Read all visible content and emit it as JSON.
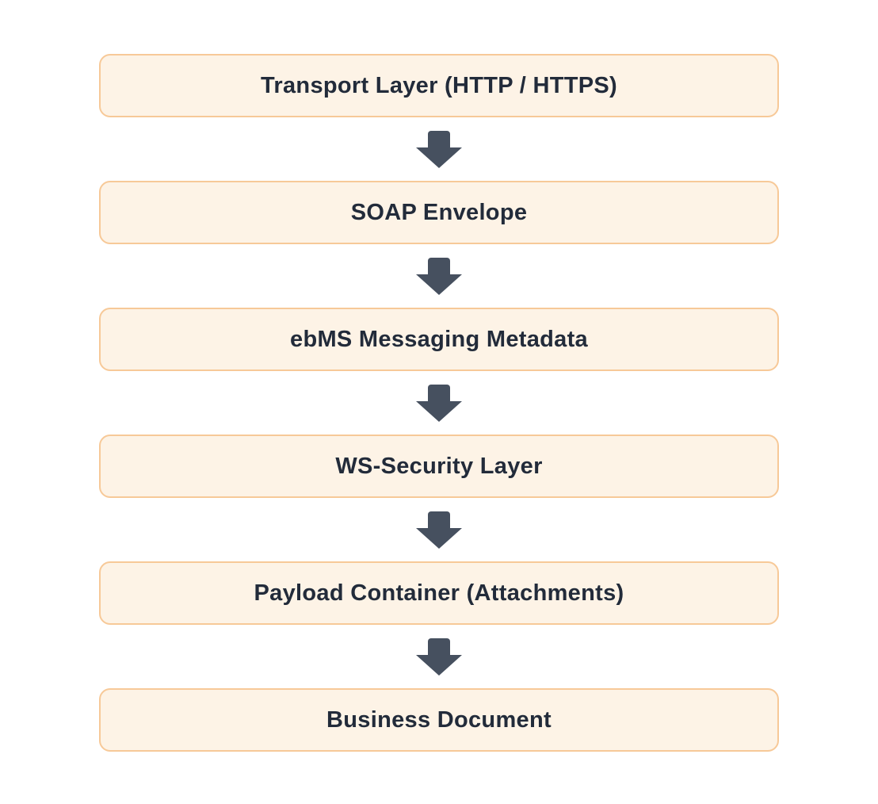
{
  "diagram": {
    "type": "vertical-flow",
    "layers": [
      {
        "label": "Transport Layer (HTTP / HTTPS)"
      },
      {
        "label": "SOAP Envelope"
      },
      {
        "label": "ebMS Messaging Metadata"
      },
      {
        "label": "WS-Security Layer"
      },
      {
        "label": "Payload Container (Attachments)"
      },
      {
        "label": "Business Document"
      }
    ],
    "connector_icon": "arrow-down-icon"
  },
  "colors": {
    "page_background": "#FFFFFF",
    "box_background": "#FDF3E6",
    "box_border": "#F7C998",
    "label_text": "#222B3A",
    "arrow": "#46505F"
  }
}
